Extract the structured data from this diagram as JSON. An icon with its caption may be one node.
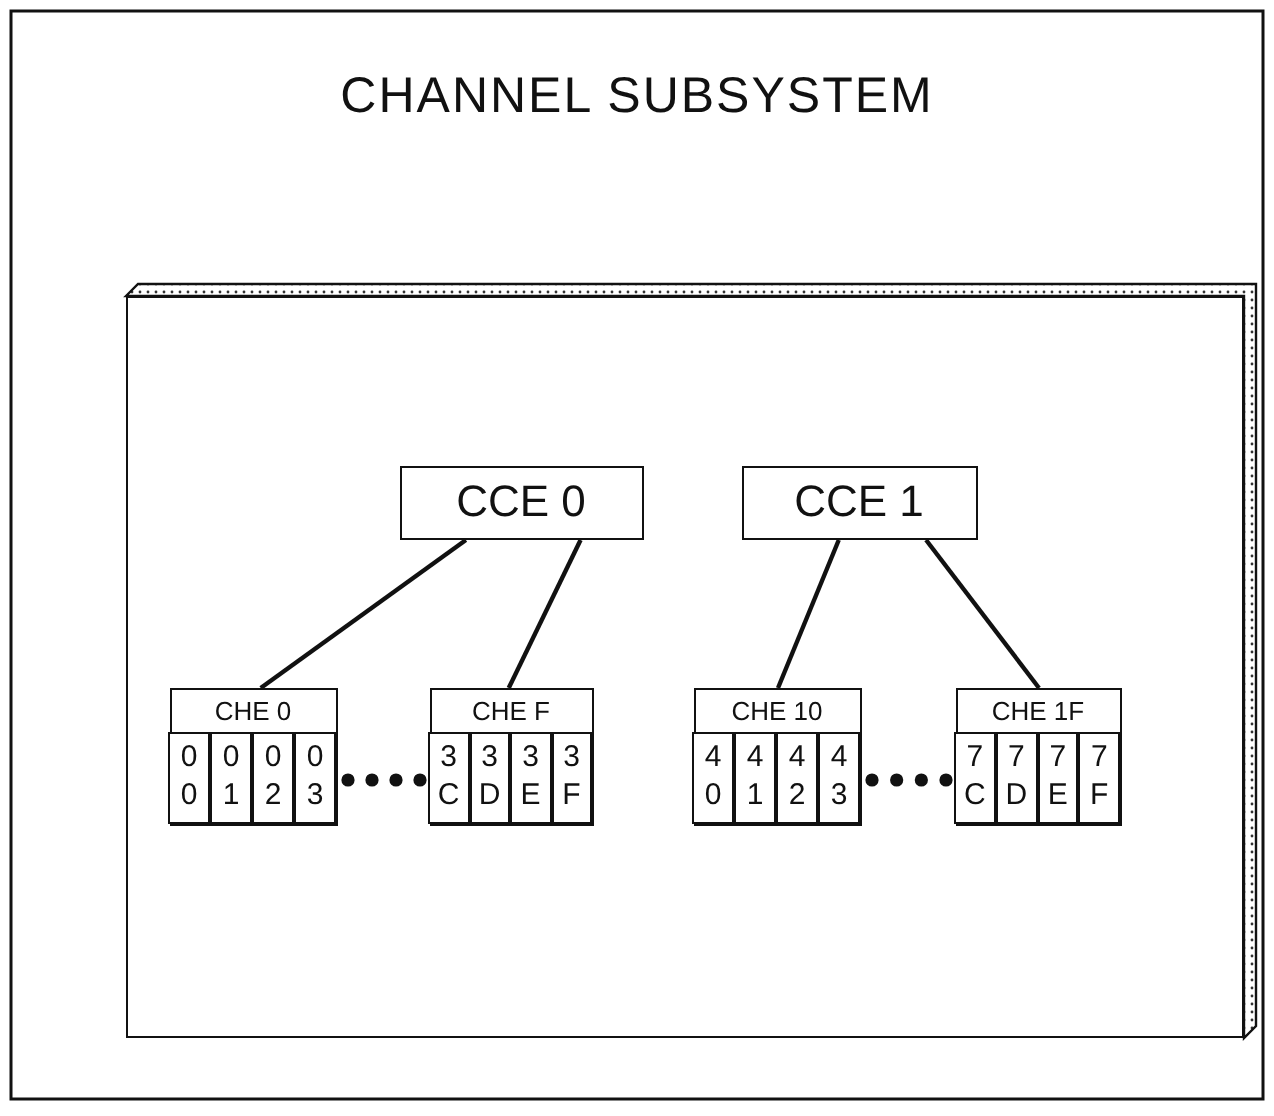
{
  "diagram": {
    "title": "CHANNEL SUBSYSTEM",
    "nodes": [
      {
        "text": [],
        "shape": "box"
      },
      {
        "text": [
          "CCE 0"
        ],
        "in": 0
      },
      {
        "text": [
          "CCE 1"
        ],
        "in": 0
      },
      {
        "text": [
          "CHE 0"
        ],
        "in": 0
      },
      {
        "text": [
          "0 0"
        ],
        "in": 3
      },
      {
        "text": [
          "0 1"
        ],
        "in": 3
      },
      {
        "text": [
          "0 2"
        ],
        "in": 3
      },
      {
        "text": [
          "0 3"
        ],
        "in": 3
      },
      {
        "text": [
          "CHE F"
        ],
        "in": 0
      },
      {
        "text": [
          "3 C"
        ],
        "in": 8
      },
      {
        "text": [
          "3 D"
        ],
        "in": 8
      },
      {
        "text": [
          "3 E"
        ],
        "in": 8
      },
      {
        "text": [
          "3 F"
        ],
        "in": 8
      },
      {
        "text": [
          "CHE 10"
        ],
        "in": 0
      },
      {
        "text": [
          "4 0"
        ],
        "in": 13
      },
      {
        "text": [
          "4 1"
        ],
        "in": 13
      },
      {
        "text": [
          "4 2"
        ],
        "in": 13
      },
      {
        "text": [
          "4 3"
        ],
        "in": 13
      },
      {
        "text": [
          "CHE 1F"
        ],
        "in": 0
      },
      {
        "text": [
          "7 C"
        ],
        "in": 18
      },
      {
        "text": [
          "7 D"
        ],
        "in": 18
      },
      {
        "text": [
          "7 E"
        ],
        "in": 18
      },
      {
        "text": [
          "7 F"
        ],
        "in": 18
      }
    ],
    "edges": [
      {
        "from": 1,
        "to": 3,
        "arrow": "none"
      },
      {
        "from": 1,
        "to": 8,
        "arrow": "none"
      },
      {
        "from": 2,
        "to": 13,
        "arrow": "none"
      },
      {
        "from": 2,
        "to": 18,
        "arrow": "none"
      }
    ]
  }
}
